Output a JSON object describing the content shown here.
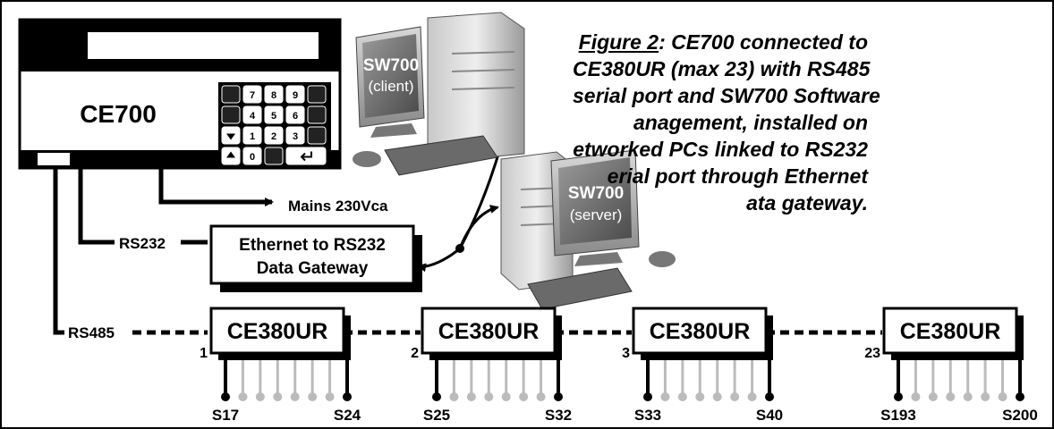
{
  "figure": {
    "caption_label": "Figure 2",
    "caption_lines": [
      ": CE700 connected to",
      "CE380UR (max 23) with RS485",
      "serial port and SW700 Software",
      "anagement, installed on",
      "etworked PCs linked to RS232",
      "erial port through Ethernet",
      "ata gateway."
    ]
  },
  "controller": {
    "name": "CE700",
    "keys": [
      "7",
      "8",
      "9",
      "4",
      "5",
      "6",
      "1",
      "2",
      "3",
      "0"
    ]
  },
  "power": {
    "label": "Mains 230Vca"
  },
  "ports": {
    "rs232": "RS232",
    "rs485": "RS485"
  },
  "gateway": {
    "line1": "Ethernet to RS232",
    "line2": "Data Gateway"
  },
  "pcs": [
    {
      "name": "SW700",
      "role": "(client)"
    },
    {
      "name": "SW700",
      "role": "(server)"
    }
  ],
  "units": [
    {
      "name": "CE380UR",
      "index": "1",
      "sensor_first": "S17",
      "sensor_last": "S24"
    },
    {
      "name": "CE380UR",
      "index": "2",
      "sensor_first": "S25",
      "sensor_last": "S32"
    },
    {
      "name": "CE380UR",
      "index": "3",
      "sensor_first": "S33",
      "sensor_last": "S40"
    },
    {
      "name": "CE380UR",
      "index": "23",
      "sensor_first": "S193",
      "sensor_last": "S200"
    }
  ]
}
